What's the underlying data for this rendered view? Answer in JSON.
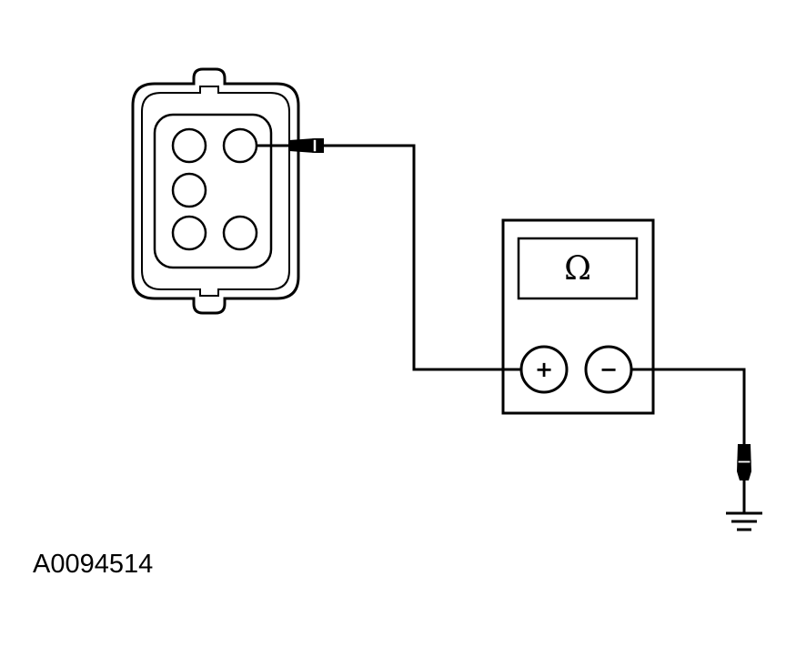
{
  "figure": {
    "reference_code": "A0094514"
  },
  "meter": {
    "display_symbol": "Ω",
    "terminals": {
      "positive_label": "+",
      "negative_label": "−"
    }
  },
  "connector": {
    "pin_count": 5
  }
}
